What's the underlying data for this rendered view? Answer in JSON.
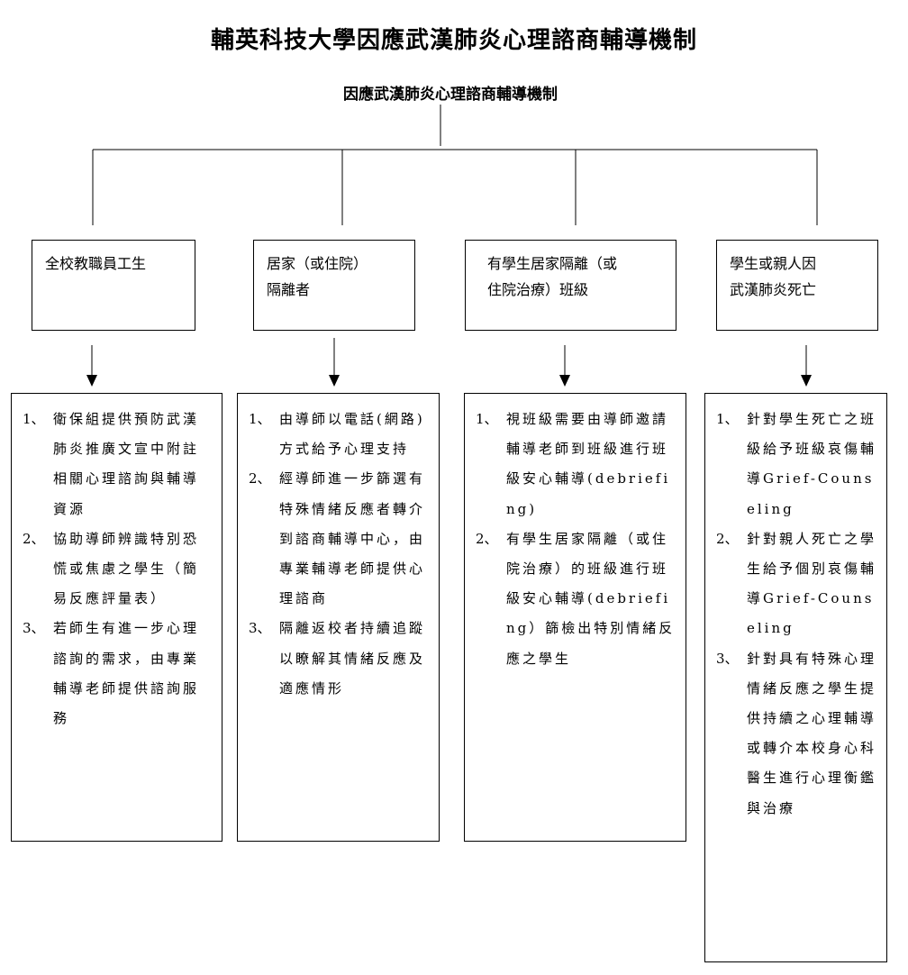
{
  "title": "輔英科技大學因應武漢肺炎心理諮商輔導機制",
  "subtitle": "因應武漢肺炎心理諮商輔導機制",
  "columns": [
    {
      "category": "全校教職員工生",
      "items": [
        {
          "num": "1、",
          "text": "衛保組提供預防武漢肺炎推廣文宣中附註相關心理諮詢與輔導資源"
        },
        {
          "num": "2、",
          "text": "協助導師辨識特別恐慌或焦慮之學生（簡易反應評量表）"
        },
        {
          "num": "3、",
          "text": "若師生有進一步心理諮詢的需求，由專業輔導老師提供諮詢服務"
        }
      ]
    },
    {
      "category": "居家（或住院）\n隔離者",
      "items": [
        {
          "num": "1、",
          "text": "由導師以電話(網路)方式給予心理支持"
        },
        {
          "num": "2、",
          "text": "經導師進一步篩選有特殊情緒反應者轉介到諮商輔導中心，由專業輔導老師提供心理諮商"
        },
        {
          "num": "3、",
          "text": "隔離返校者持續追蹤以瞭解其情緒反應及適應情形"
        }
      ]
    },
    {
      "category": "有學生居家隔離（或\n住院治療）班級",
      "items": [
        {
          "num": "1、",
          "text": "視班級需要由導師邀請輔導老師到班級進行班級安心輔導(debriefing)"
        },
        {
          "num": "2、",
          "text": "有學生居家隔離（或住院治療）的班級進行班級安心輔導(debriefing）篩檢出特別情緒反應之學生"
        }
      ]
    },
    {
      "category": "學生或親人因\n武漢肺炎死亡",
      "items": [
        {
          "num": "1、",
          "text": "針對學生死亡之班級給予班級哀傷輔導Grief-Counseling"
        },
        {
          "num": "2、",
          "text": "針對親人死亡之學生給予個別哀傷輔導Grief-Counseling"
        },
        {
          "num": "3、",
          "text": "針對具有特殊心理情緒反應之學生提供持續之心理輔導或轉介本校身心科醫生進行心理衡鑑與治療"
        }
      ]
    }
  ]
}
